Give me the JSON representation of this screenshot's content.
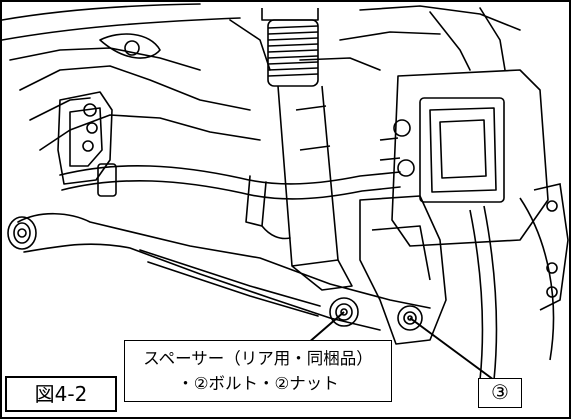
{
  "figure": {
    "label": "図4-2"
  },
  "callouts": {
    "spacer_line1": "スペーサー（リア用・同梱品）",
    "spacer_line2": "・②ボルト・②ナット",
    "part_number": "③"
  },
  "colors": {
    "line": "#000000",
    "background": "#ffffff"
  }
}
